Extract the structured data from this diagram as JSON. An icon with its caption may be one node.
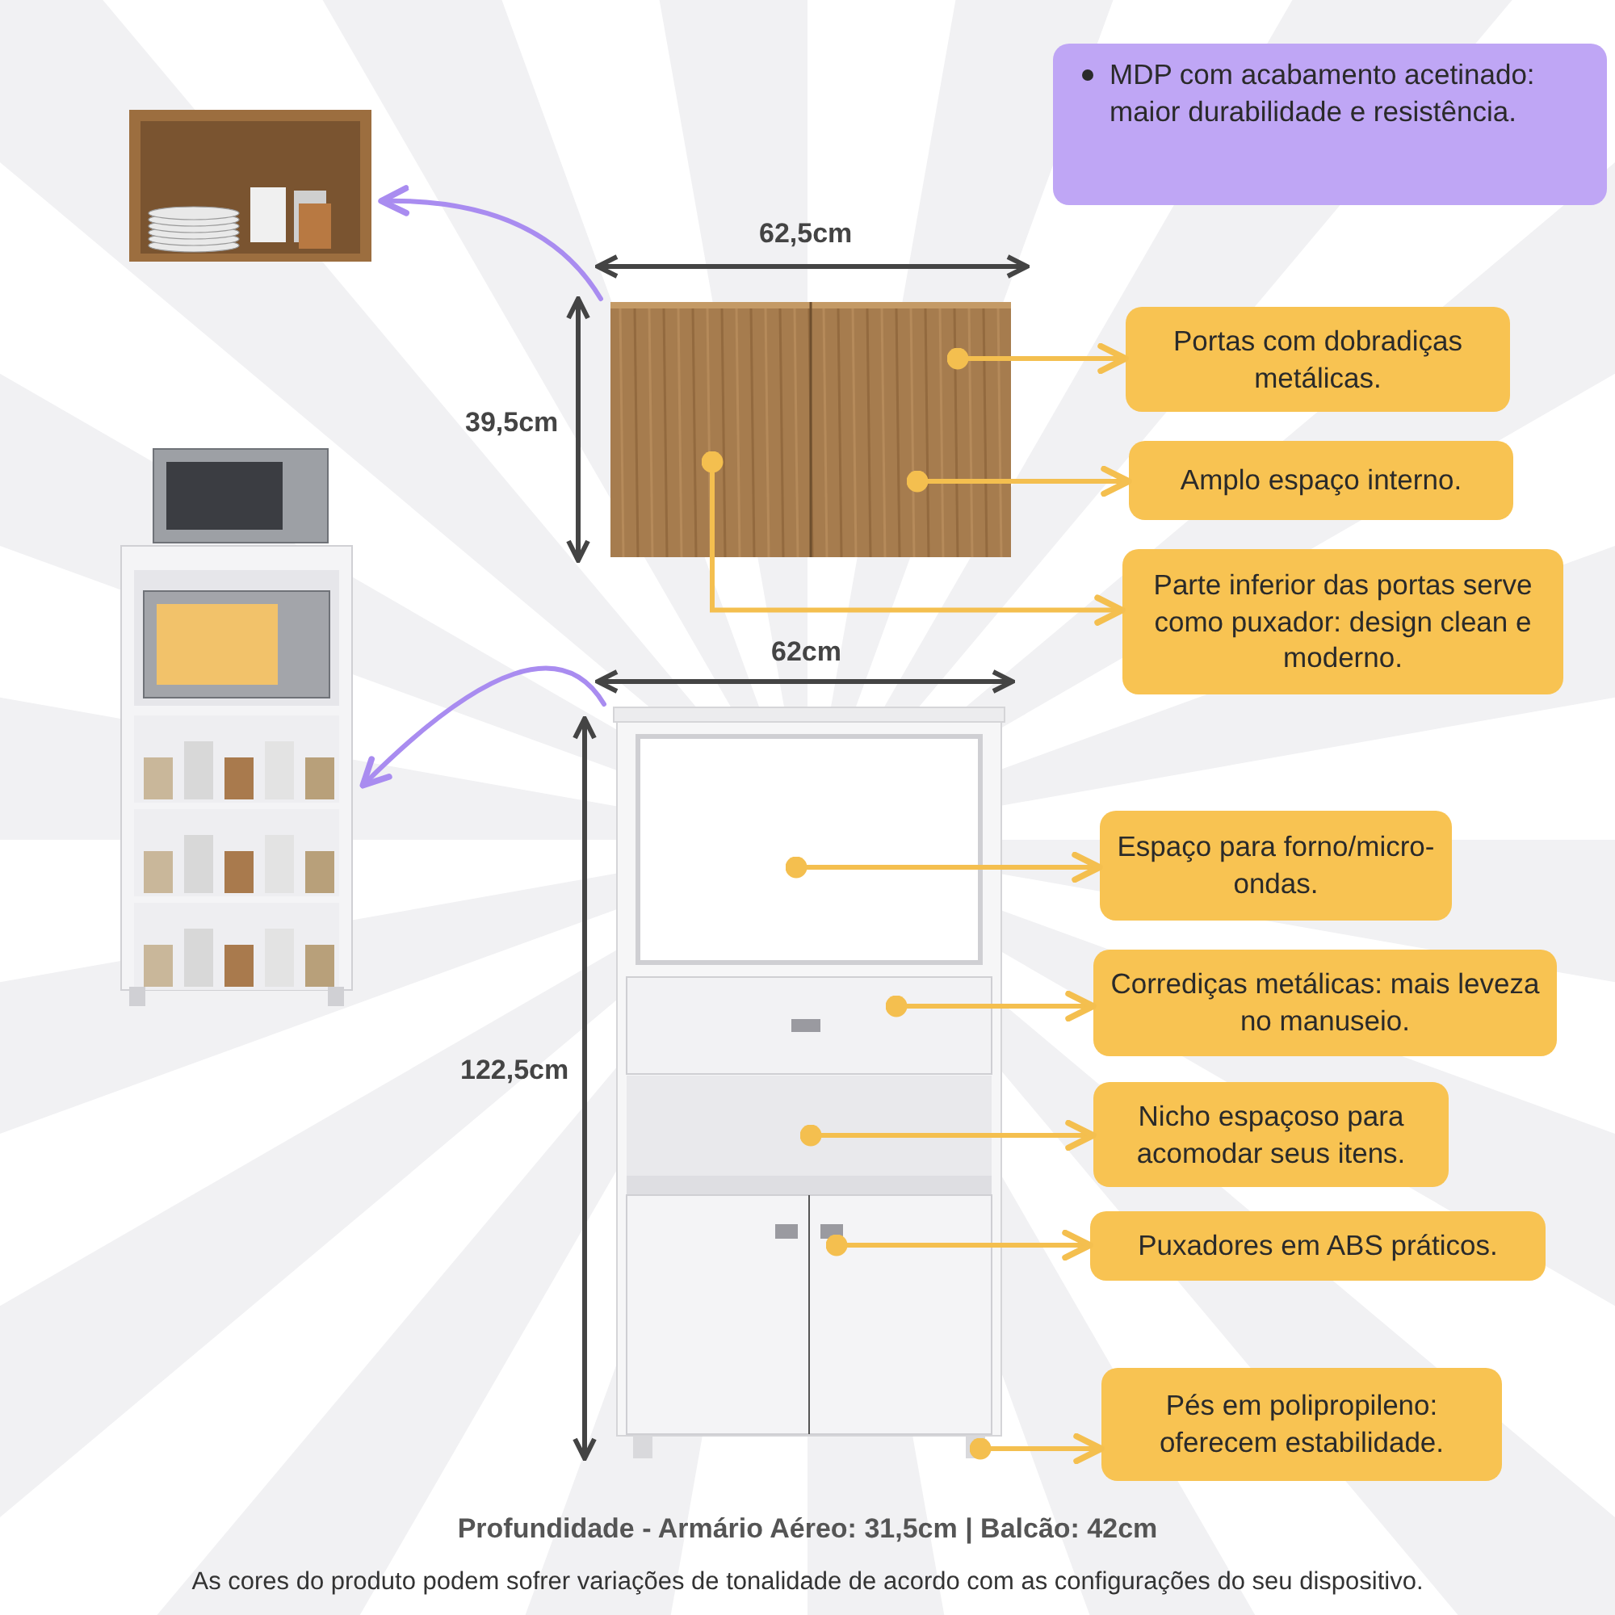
{
  "diagram": {
    "nodes": [
      {
        "text": [
          "MDP com acabamento acetinado: maior durabilidade e resistência."
        ]
      },
      {
        "text": [],
        "shape": "picture"
      },
      {
        "text": [],
        "shape": "picture"
      },
      {
        "text": [],
        "shape": "picture"
      },
      {
        "text": [],
        "shape": "picture"
      },
      {
        "text": [
          "Portas com dobradiças metálicas."
        ]
      },
      {
        "text": [
          "Amplo espaço interno."
        ]
      },
      {
        "text": [
          "Parte inferior das portas serve como puxador: design clean e moderno."
        ]
      },
      {
        "text": [
          "Espaço para forno/micro-ondas."
        ]
      },
      {
        "text": [
          "Corrediças metálicas: mais leveza no manuseio."
        ]
      },
      {
        "text": [
          "Nicho espaçoso para acomodar seus itens."
        ]
      },
      {
        "text": [
          "Puxadores em ABS práticos."
        ]
      },
      {
        "text": [
          "Pés em polipropileno: oferecem estabilidade."
        ]
      }
    ],
    "edges": [
      {
        "from": 1,
        "to": 2,
        "arrow": "to",
        "color": "#a98cf0"
      },
      {
        "from": 3,
        "to": 4,
        "arrow": "to",
        "color": "#a98cf0"
      },
      {
        "from": 1,
        "to": 5,
        "arrow": "to"
      },
      {
        "from": 1,
        "to": 6,
        "arrow": "to"
      },
      {
        "from": 1,
        "to": 7,
        "arrow": "to"
      },
      {
        "from": 3,
        "to": 8,
        "arrow": "to"
      },
      {
        "from": 3,
        "to": 9,
        "arrow": "to"
      },
      {
        "from": 3,
        "to": 10,
        "arrow": "to"
      },
      {
        "from": 3,
        "to": 11,
        "arrow": "to"
      },
      {
        "from": 3,
        "to": 12,
        "arrow": "to"
      }
    ],
    "labels": [
      "62,5cm",
      "39,5cm",
      "62cm",
      "122,5cm",
      "Profundidade - Armário Aéreo: 31,5cm | Balcão: 42cm",
      "As cores do produto podem sofrer variações de tonalidade de acordo com as configurações do seu dispositivo."
    ]
  }
}
